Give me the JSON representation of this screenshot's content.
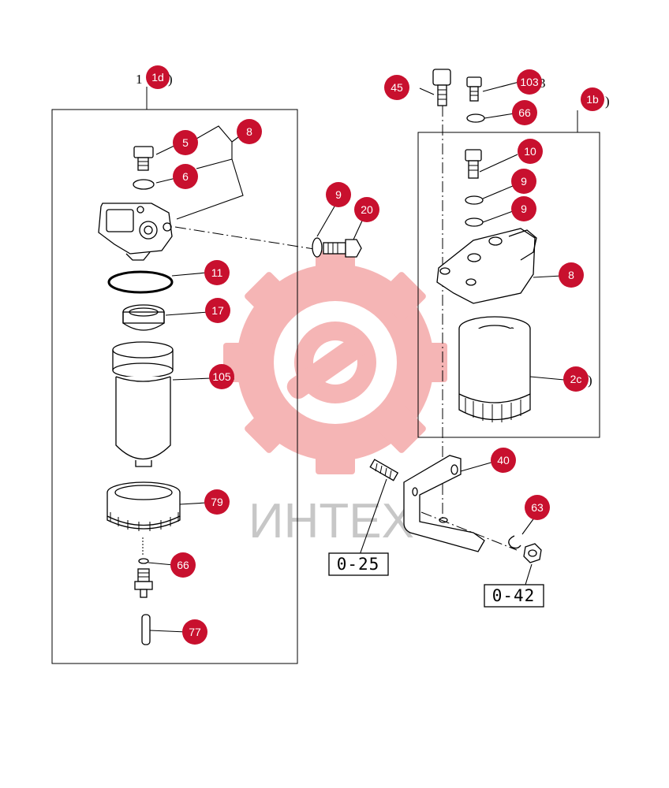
{
  "colors": {
    "callout_fill": "#c8102e",
    "line": "#000000",
    "watermark_logo": "#f29d9d",
    "watermark_text": "#c7c7c7",
    "background": "#ffffff"
  },
  "watermark": {
    "brand": "ИНТЕХ",
    "icon": "gear-wrench-logo-icon"
  },
  "assemblies": [
    {
      "id": "1d",
      "label": "1d",
      "ghost": "1"
    },
    {
      "id": "1b",
      "label": "1b",
      "ghost": ")"
    }
  ],
  "callouts": [
    {
      "label": "5"
    },
    {
      "label": "8"
    },
    {
      "label": "6"
    },
    {
      "label": "9"
    },
    {
      "label": "20"
    },
    {
      "label": "11"
    },
    {
      "label": "17"
    },
    {
      "label": "105",
      "ghost": "5"
    },
    {
      "label": "79"
    },
    {
      "label": "66"
    },
    {
      "label": "77"
    },
    {
      "label": "45"
    },
    {
      "label": "103",
      "ghost": "3"
    },
    {
      "label": "66"
    },
    {
      "label": "10"
    },
    {
      "label": "9"
    },
    {
      "label": "9"
    },
    {
      "label": "8"
    },
    {
      "label": "2c",
      "ghost": ")"
    },
    {
      "label": "40"
    },
    {
      "label": "63"
    }
  ],
  "references": [
    {
      "label": "0-25"
    },
    {
      "label": "0-42"
    }
  ]
}
